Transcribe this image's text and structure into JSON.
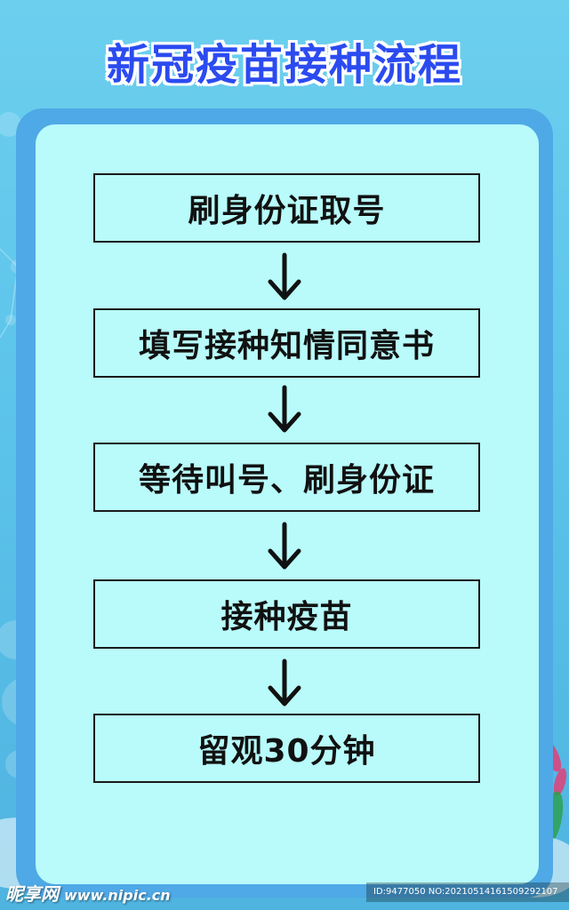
{
  "title": "新冠疫苗接种流程",
  "steps": [
    "刷身份证取号",
    "填写接种知情同意书",
    "等待叫号、刷身份证",
    "接种疫苗",
    "留观30分钟"
  ],
  "watermark": {
    "logo": "昵享网",
    "url": "www.nipic.cn",
    "id_text": "ID:9477050 NO:20210514161509292107"
  },
  "colors": {
    "title": "#2b4bf0",
    "panel": "#b8fbfa",
    "frame": "#4ea9e6",
    "background": "#5cc3ea"
  },
  "icons": [
    "down-arrow-icon"
  ]
}
